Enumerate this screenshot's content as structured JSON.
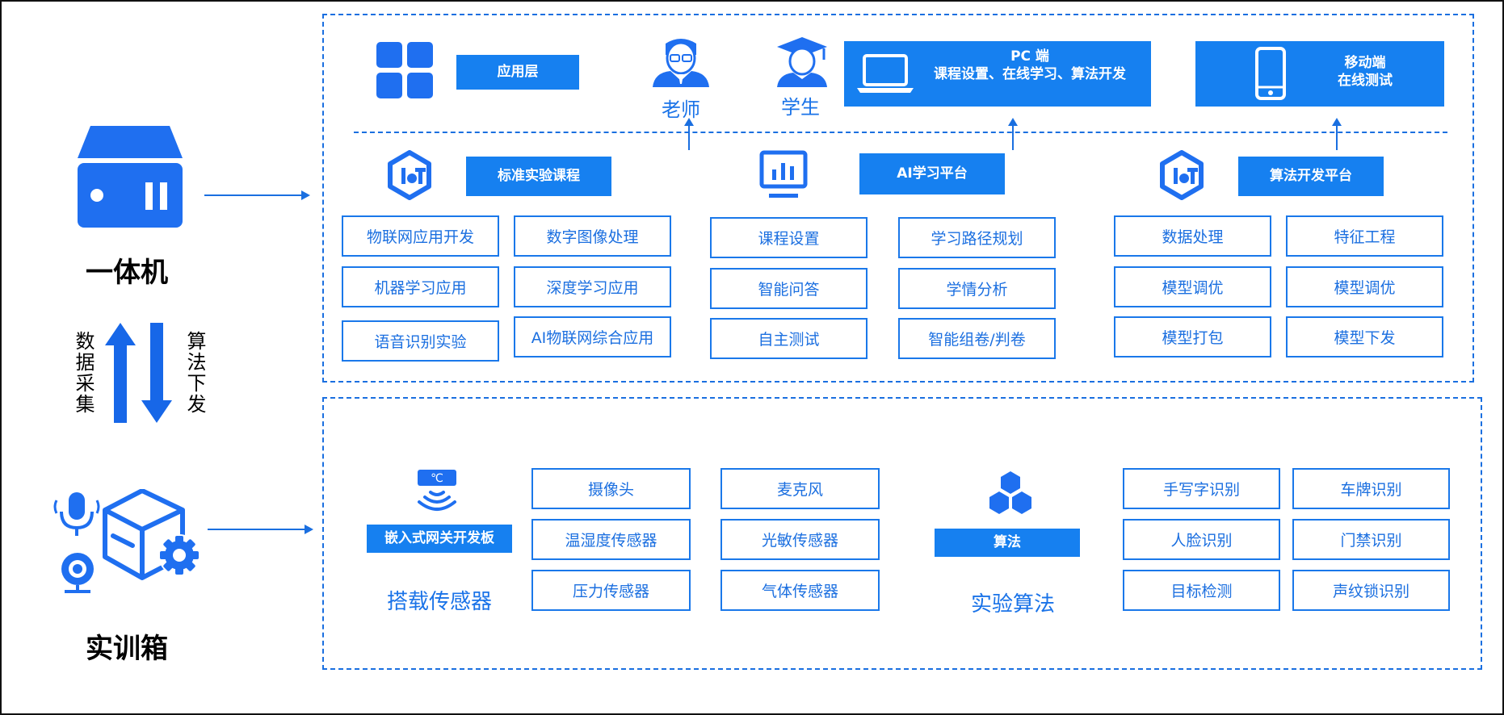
{
  "left": {
    "device_label": "一体机",
    "box_label": "实训箱",
    "up_label": "数据采集",
    "down_label": "算法下发"
  },
  "top": {
    "app_layer": "应用层",
    "teacher": "老师",
    "student": "学生",
    "pc_title": "PC 端",
    "pc_desc": "课程设置、在线学习、算法开发",
    "mobile_title": "移动端",
    "mobile_desc": "在线测试",
    "sections": [
      {
        "title": "标准实验课程",
        "items": [
          "物联网应用开发",
          "数字图像处理",
          "机器学习应用",
          "深度学习应用",
          "语音识别实验",
          "AI物联网综合应用"
        ]
      },
      {
        "title": "AI学习平台",
        "items": [
          "课程设置",
          "学习路径规划",
          "智能问答",
          "学情分析",
          "自主测试",
          "智能组卷/判卷"
        ]
      },
      {
        "title": "算法开发平台",
        "items": [
          "数据处理",
          "特征工程",
          "模型调优",
          "模型调优",
          "模型打包",
          "模型下发"
        ]
      }
    ]
  },
  "bottom": {
    "board_icon_text": "℃",
    "board_label": "嵌入式网关开发板",
    "sensors_title": "搭载传感器",
    "sensors": [
      "摄像头",
      "麦克风",
      "温湿度传感器",
      "光敏传感器",
      "压力传感器",
      "气体传感器"
    ],
    "algo_label": "算法",
    "algo_title": "实验算法",
    "algos": [
      "手写字识别",
      "车牌识别",
      "人脸识别",
      "门禁识别",
      "目标检测",
      "声纹锁识别"
    ]
  },
  "colors": {
    "primary": "#1680f0",
    "border": "#1a78ea",
    "dash": "#1a6fe0",
    "icon": "#1f6ff0"
  },
  "icons": [
    "grid-icon",
    "teacher-icon",
    "student-icon",
    "laptop-icon",
    "phone-icon",
    "iot-icon",
    "monitor-chart-icon",
    "server-icon",
    "microphone-icon",
    "camera-icon",
    "box-gear-icon",
    "sensor-icon",
    "hexagon-cluster-icon"
  ]
}
